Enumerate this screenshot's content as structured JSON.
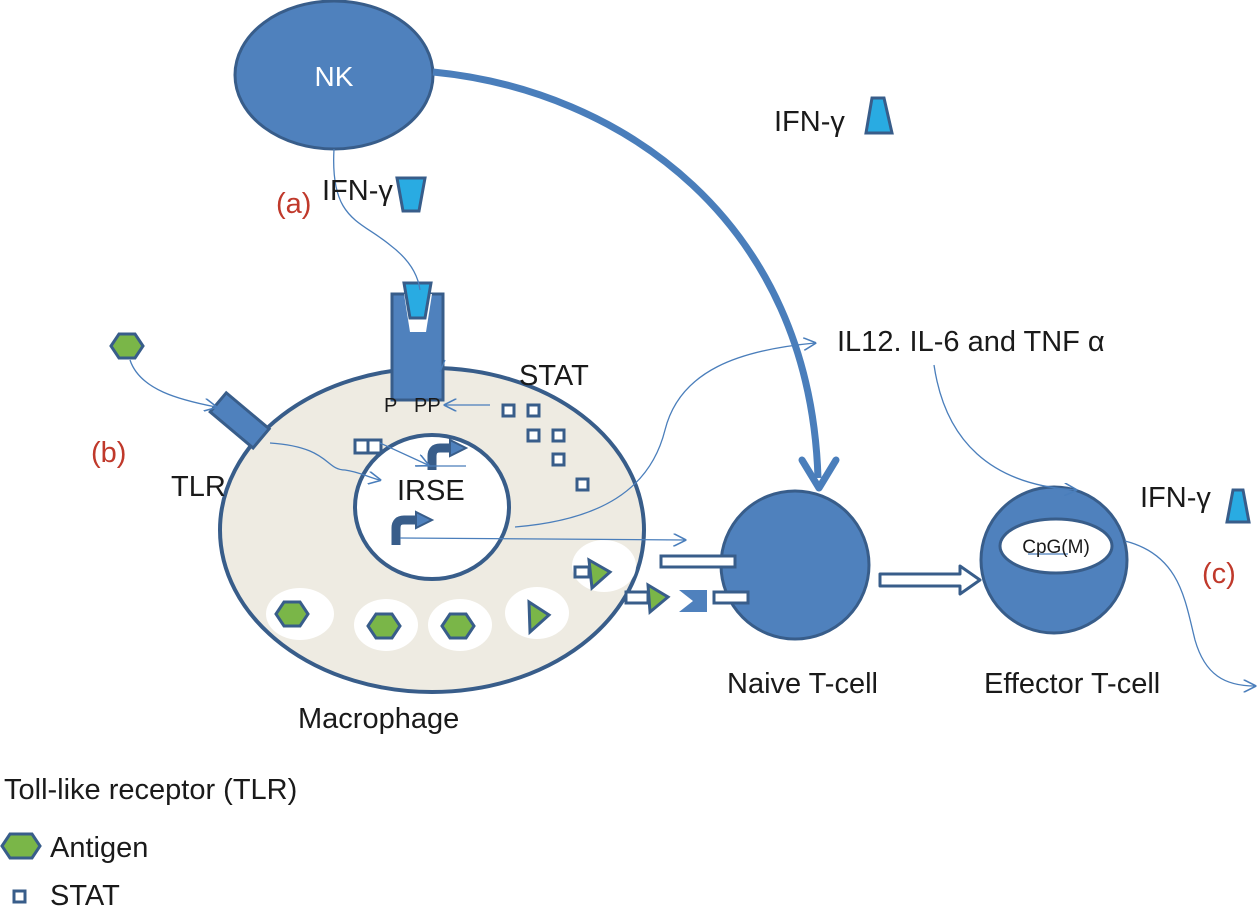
{
  "colors": {
    "cell_fill": "#4f81bd",
    "cell_stroke": "#385d8a",
    "cytoplasm": "#eeebe2",
    "ifn_fill": "#29abe2",
    "antigen_fill": "#7ab648",
    "label_red": "#c0392b",
    "text": "#1a1a1a",
    "arrow": "#4a7ebb"
  },
  "labels": {
    "nk": "NK",
    "ifn_top_right": "IFN-γ",
    "ifn_a": "IFN-γ",
    "ifn_c": "IFN-γ",
    "step_a": "(a)",
    "step_b": "(b)",
    "step_c": "(c)",
    "tlr": "TLR",
    "stat": "STAT",
    "p_left": "P",
    "p_right": "PP",
    "irse": "IRSE",
    "cytokines": "IL12. IL-6 and TNF α",
    "macrophage": "Macrophage",
    "naive_tcell": "Naive T-cell",
    "effector_tcell": "Effector T-cell",
    "cpg": "CpG(M)"
  },
  "legend": {
    "title": "Toll-like receptor (TLR)",
    "items": [
      {
        "icon": "antigen-hexagon-icon",
        "label": "Antigen"
      },
      {
        "icon": "stat-square-icon",
        "label": "STAT"
      }
    ]
  }
}
